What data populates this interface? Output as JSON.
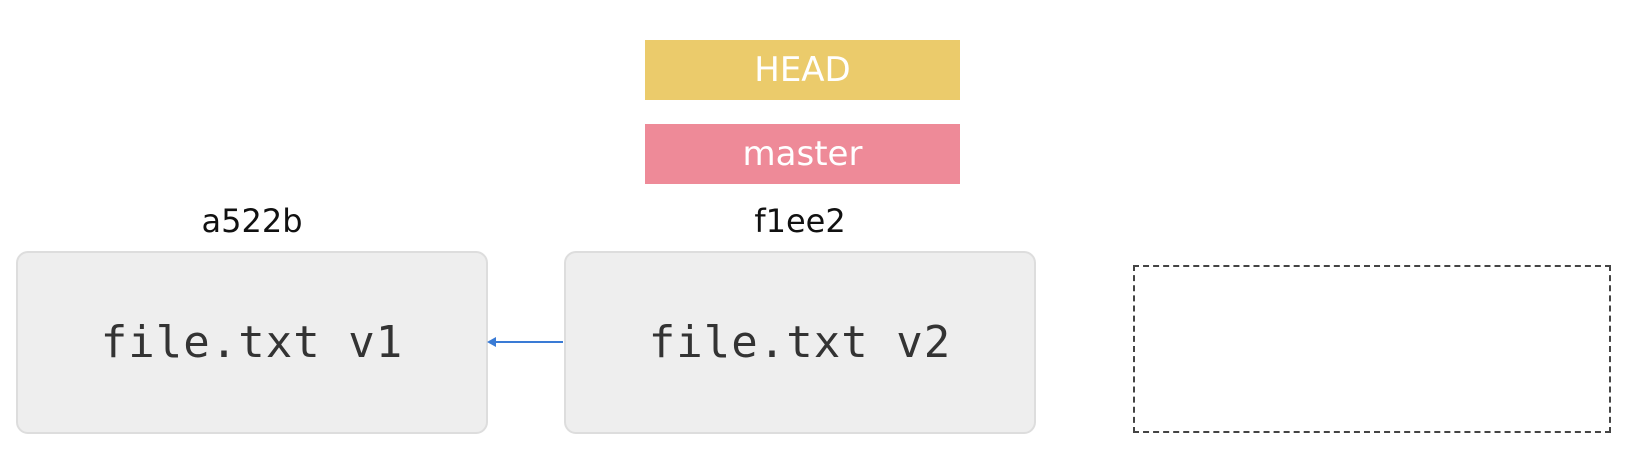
{
  "refs": {
    "head": "HEAD",
    "master": "master"
  },
  "commits": [
    {
      "hash": "a522b",
      "content": "file.txt v1"
    },
    {
      "hash": "f1ee2",
      "content": "file.txt v2"
    }
  ],
  "colors": {
    "head": "#ebcb6b",
    "master": "#ee8a98",
    "commit_fill": "#eeeeee",
    "commit_border": "#dddddd",
    "arrow": "#3a7bd5",
    "placeholder_border": "#444444"
  }
}
